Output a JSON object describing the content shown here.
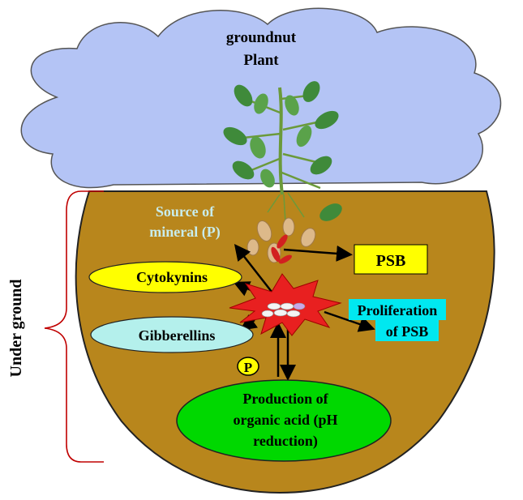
{
  "cloud": {
    "line1": "groundnut",
    "line2": "Plant"
  },
  "side_label": "Under ground",
  "source": {
    "line1": "Source of",
    "line2": "mineral (P)"
  },
  "psb": "PSB",
  "cytokynins": "Cytokynins",
  "gibberellins": "Gibberellins",
  "proliferation": {
    "line1": "Proliferation",
    "line2": "of PSB"
  },
  "p_badge": "P",
  "organic": {
    "line1": "Production of",
    "line2": "organic acid (pH",
    "line3": "reduction)"
  },
  "colors": {
    "cloud_fill": "#b4c4f5",
    "soil_fill": "#b8861c",
    "bracket": "#c00000",
    "source_text": "#c8ecec",
    "psb_box": "#ffff00",
    "cytokynins_fill": "#ffff00",
    "gibberellins_fill": "#b4f0ec",
    "proliferation_box": "#00e8f0",
    "star_fill": "#e82020",
    "organic_fill": "#00d800",
    "p_badge_fill": "#ffff00"
  }
}
